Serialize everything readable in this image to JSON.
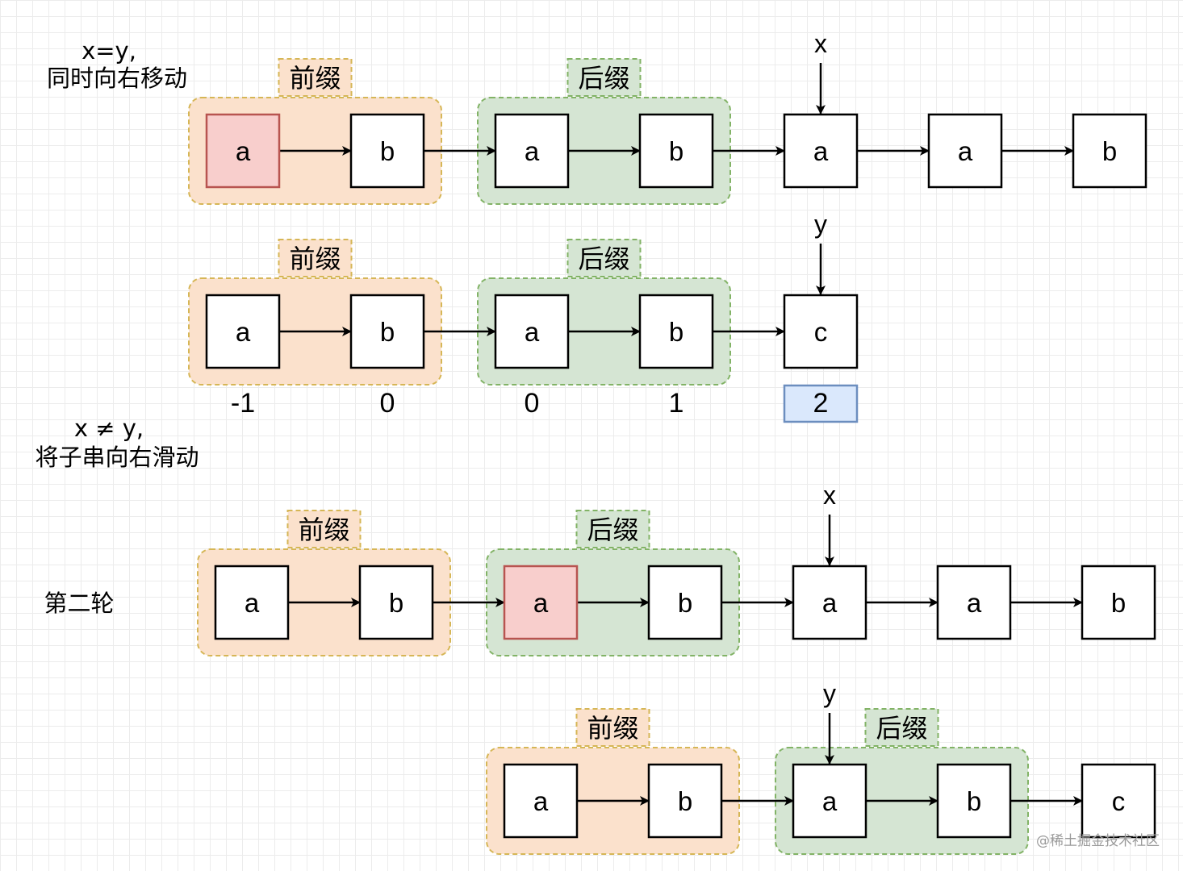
{
  "rows": [
    {
      "id": "r1",
      "nodes": [
        "a",
        "b",
        "a",
        "b",
        "a",
        "a",
        "b"
      ],
      "highlighted": [
        0
      ],
      "pointer": {
        "label": "x",
        "node": 4
      },
      "groups": [
        {
          "kind": "prefix",
          "label": "前缀",
          "from": 0,
          "to": 1
        },
        {
          "kind": "suffix",
          "label": "后缀",
          "from": 2,
          "to": 3
        }
      ]
    },
    {
      "id": "r2",
      "nodes": [
        "a",
        "b",
        "a",
        "b",
        "c"
      ],
      "highlighted": [],
      "pointer": {
        "label": "y",
        "node": 4
      },
      "groups": [
        {
          "kind": "prefix",
          "label": "前缀",
          "from": 0,
          "to": 1
        },
        {
          "kind": "suffix",
          "label": "后缀",
          "from": 2,
          "to": 3
        }
      ],
      "indices": [
        "-1",
        "0",
        "0",
        "1",
        "2"
      ],
      "highlighted_index": 4
    },
    {
      "id": "r3",
      "nodes": [
        "a",
        "b",
        "a",
        "b",
        "a",
        "a",
        "b"
      ],
      "highlighted": [
        2
      ],
      "pointer": {
        "label": "x",
        "node": 4
      },
      "groups": [
        {
          "kind": "prefix",
          "label": "前缀",
          "from": 0,
          "to": 1
        },
        {
          "kind": "suffix",
          "label": "后缀",
          "from": 2,
          "to": 3
        }
      ]
    },
    {
      "id": "r4",
      "nodes": [
        "a",
        "b",
        "a",
        "b",
        "c"
      ],
      "highlighted": [],
      "pointer": {
        "label": "y",
        "node": 2
      },
      "groups": [
        {
          "kind": "prefix",
          "label": "前缀",
          "from": 0,
          "to": 1
        },
        {
          "kind": "suffix",
          "label": "后缀",
          "from": 2,
          "to": 3
        }
      ]
    }
  ],
  "notes": {
    "equal_line1": "x=y,",
    "equal_line2": "同时向右移动",
    "noteq_line1": "x ≠ y,",
    "noteq_line2": "将子串向右滑动",
    "round2": "第二轮"
  },
  "watermark": "@稀土掘金技术社区",
  "colors": {
    "node_highlight_fill": "#f8cecc",
    "node_highlight_stroke": "#b85450",
    "prefix_fill": "#fbe1cc",
    "prefix_stroke": "#d6b656",
    "suffix_fill": "#d5e5d3",
    "suffix_stroke": "#82b366",
    "index_highlight_fill": "#dae8fc",
    "index_highlight_stroke": "#6c8ebf"
  }
}
